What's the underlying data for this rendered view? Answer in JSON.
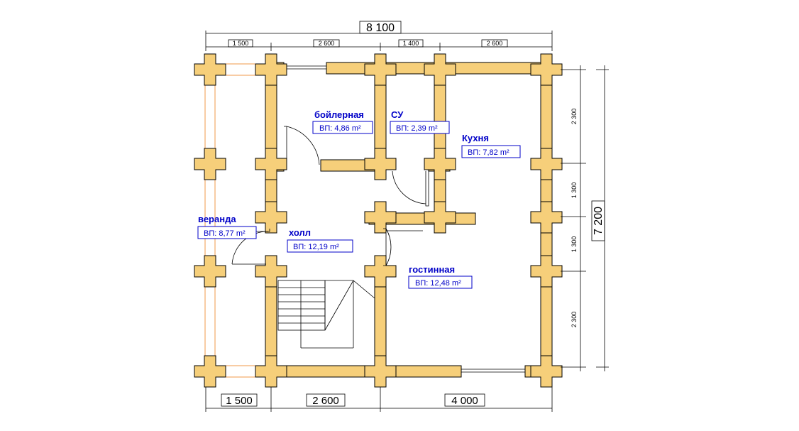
{
  "plan": {
    "overall_width": "8 100",
    "overall_height": "7 200",
    "top_dims": [
      "1 500",
      "2 600",
      "1 400",
      "2 600"
    ],
    "bottom_dims": [
      "1 500",
      "2 600",
      "4 000"
    ],
    "right_dims": [
      "2 300",
      "1 300",
      "1 300",
      "2 300"
    ],
    "rooms": [
      {
        "name": "бойлерная",
        "area": "ВП: 4,86 m²"
      },
      {
        "name": "СУ",
        "area": "ВП: 2,39 m²"
      },
      {
        "name": "Кухня",
        "area": "ВП: 7,82 m²"
      },
      {
        "name": "веранда",
        "area": "ВП: 8,77 m²"
      },
      {
        "name": "холл",
        "area": "ВП: 12,19 m²"
      },
      {
        "name": "гостинная",
        "area": "ВП: 12,48 m²"
      }
    ],
    "colors": {
      "log": "#f6cf7a",
      "label": "#0000c8",
      "veranda_line": "#f29a4a"
    }
  }
}
